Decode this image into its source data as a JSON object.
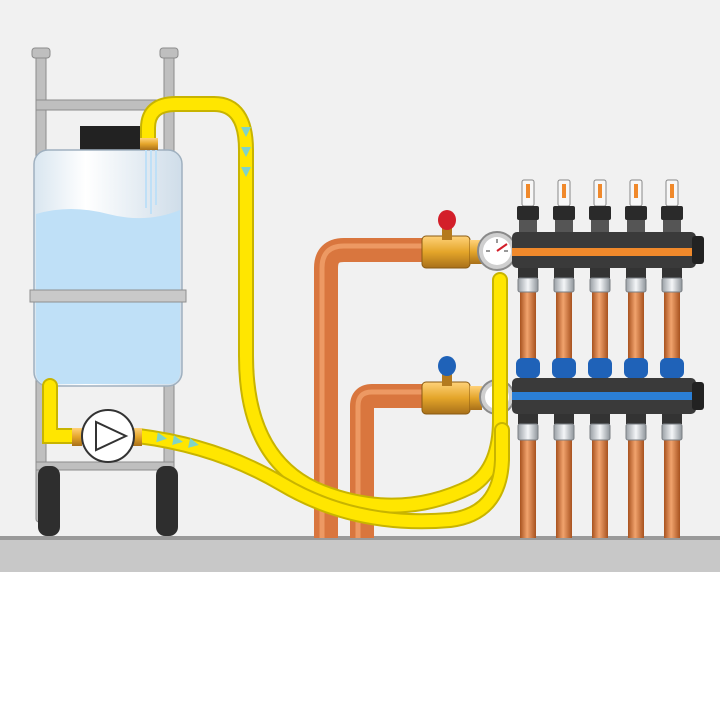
{
  "diagram": {
    "kind": "underfloor-heating-filling-and-flushing",
    "components": [
      {
        "id": "filling-cart",
        "icon": "hand-truck-icon"
      },
      {
        "id": "water-tank",
        "icon": "tank-icon"
      },
      {
        "id": "circulation-pump",
        "icon": "pump-icon"
      },
      {
        "id": "fill-hose",
        "icon": "hose-icon"
      },
      {
        "id": "return-hose",
        "icon": "hose-icon"
      },
      {
        "id": "supply-copper-pipe",
        "icon": "pipe-icon"
      },
      {
        "id": "return-copper-pipe",
        "icon": "pipe-icon"
      },
      {
        "id": "supply-ball-valve",
        "icon": "red-valve-icon"
      },
      {
        "id": "return-ball-valve",
        "icon": "blue-valve-icon"
      },
      {
        "id": "thermometer",
        "icon": "thermometer-icon"
      },
      {
        "id": "supply-manifold",
        "icon": "manifold-icon"
      },
      {
        "id": "return-manifold",
        "icon": "manifold-icon"
      }
    ],
    "flow_direction": "tank-to-manifold-and-back",
    "manifold_circuits": 5
  },
  "colors": {
    "background_wall": "#f1f1f1",
    "floor": "#c8c8c8",
    "floor_edge": "#9a9a9a",
    "hose": "#ffe600",
    "hose_edge": "#c8b400",
    "flow_arrow": "#7fd3c7",
    "copper": "#d9763e",
    "copper_light": "#f1a36d",
    "copper_dark": "#a8521f",
    "brass": "#e4a52a",
    "supply_cap": "#d31f2a",
    "return_cap": "#1f62b8",
    "manifold_body": "#3a3a3a",
    "supply_band": "#f0892b",
    "return_band": "#2b7fd6",
    "tank": "#eaf3fb",
    "tank_water": "#bfe0f7",
    "cart_frame": "#bfbfbf",
    "wheel": "#2e2e2e"
  }
}
